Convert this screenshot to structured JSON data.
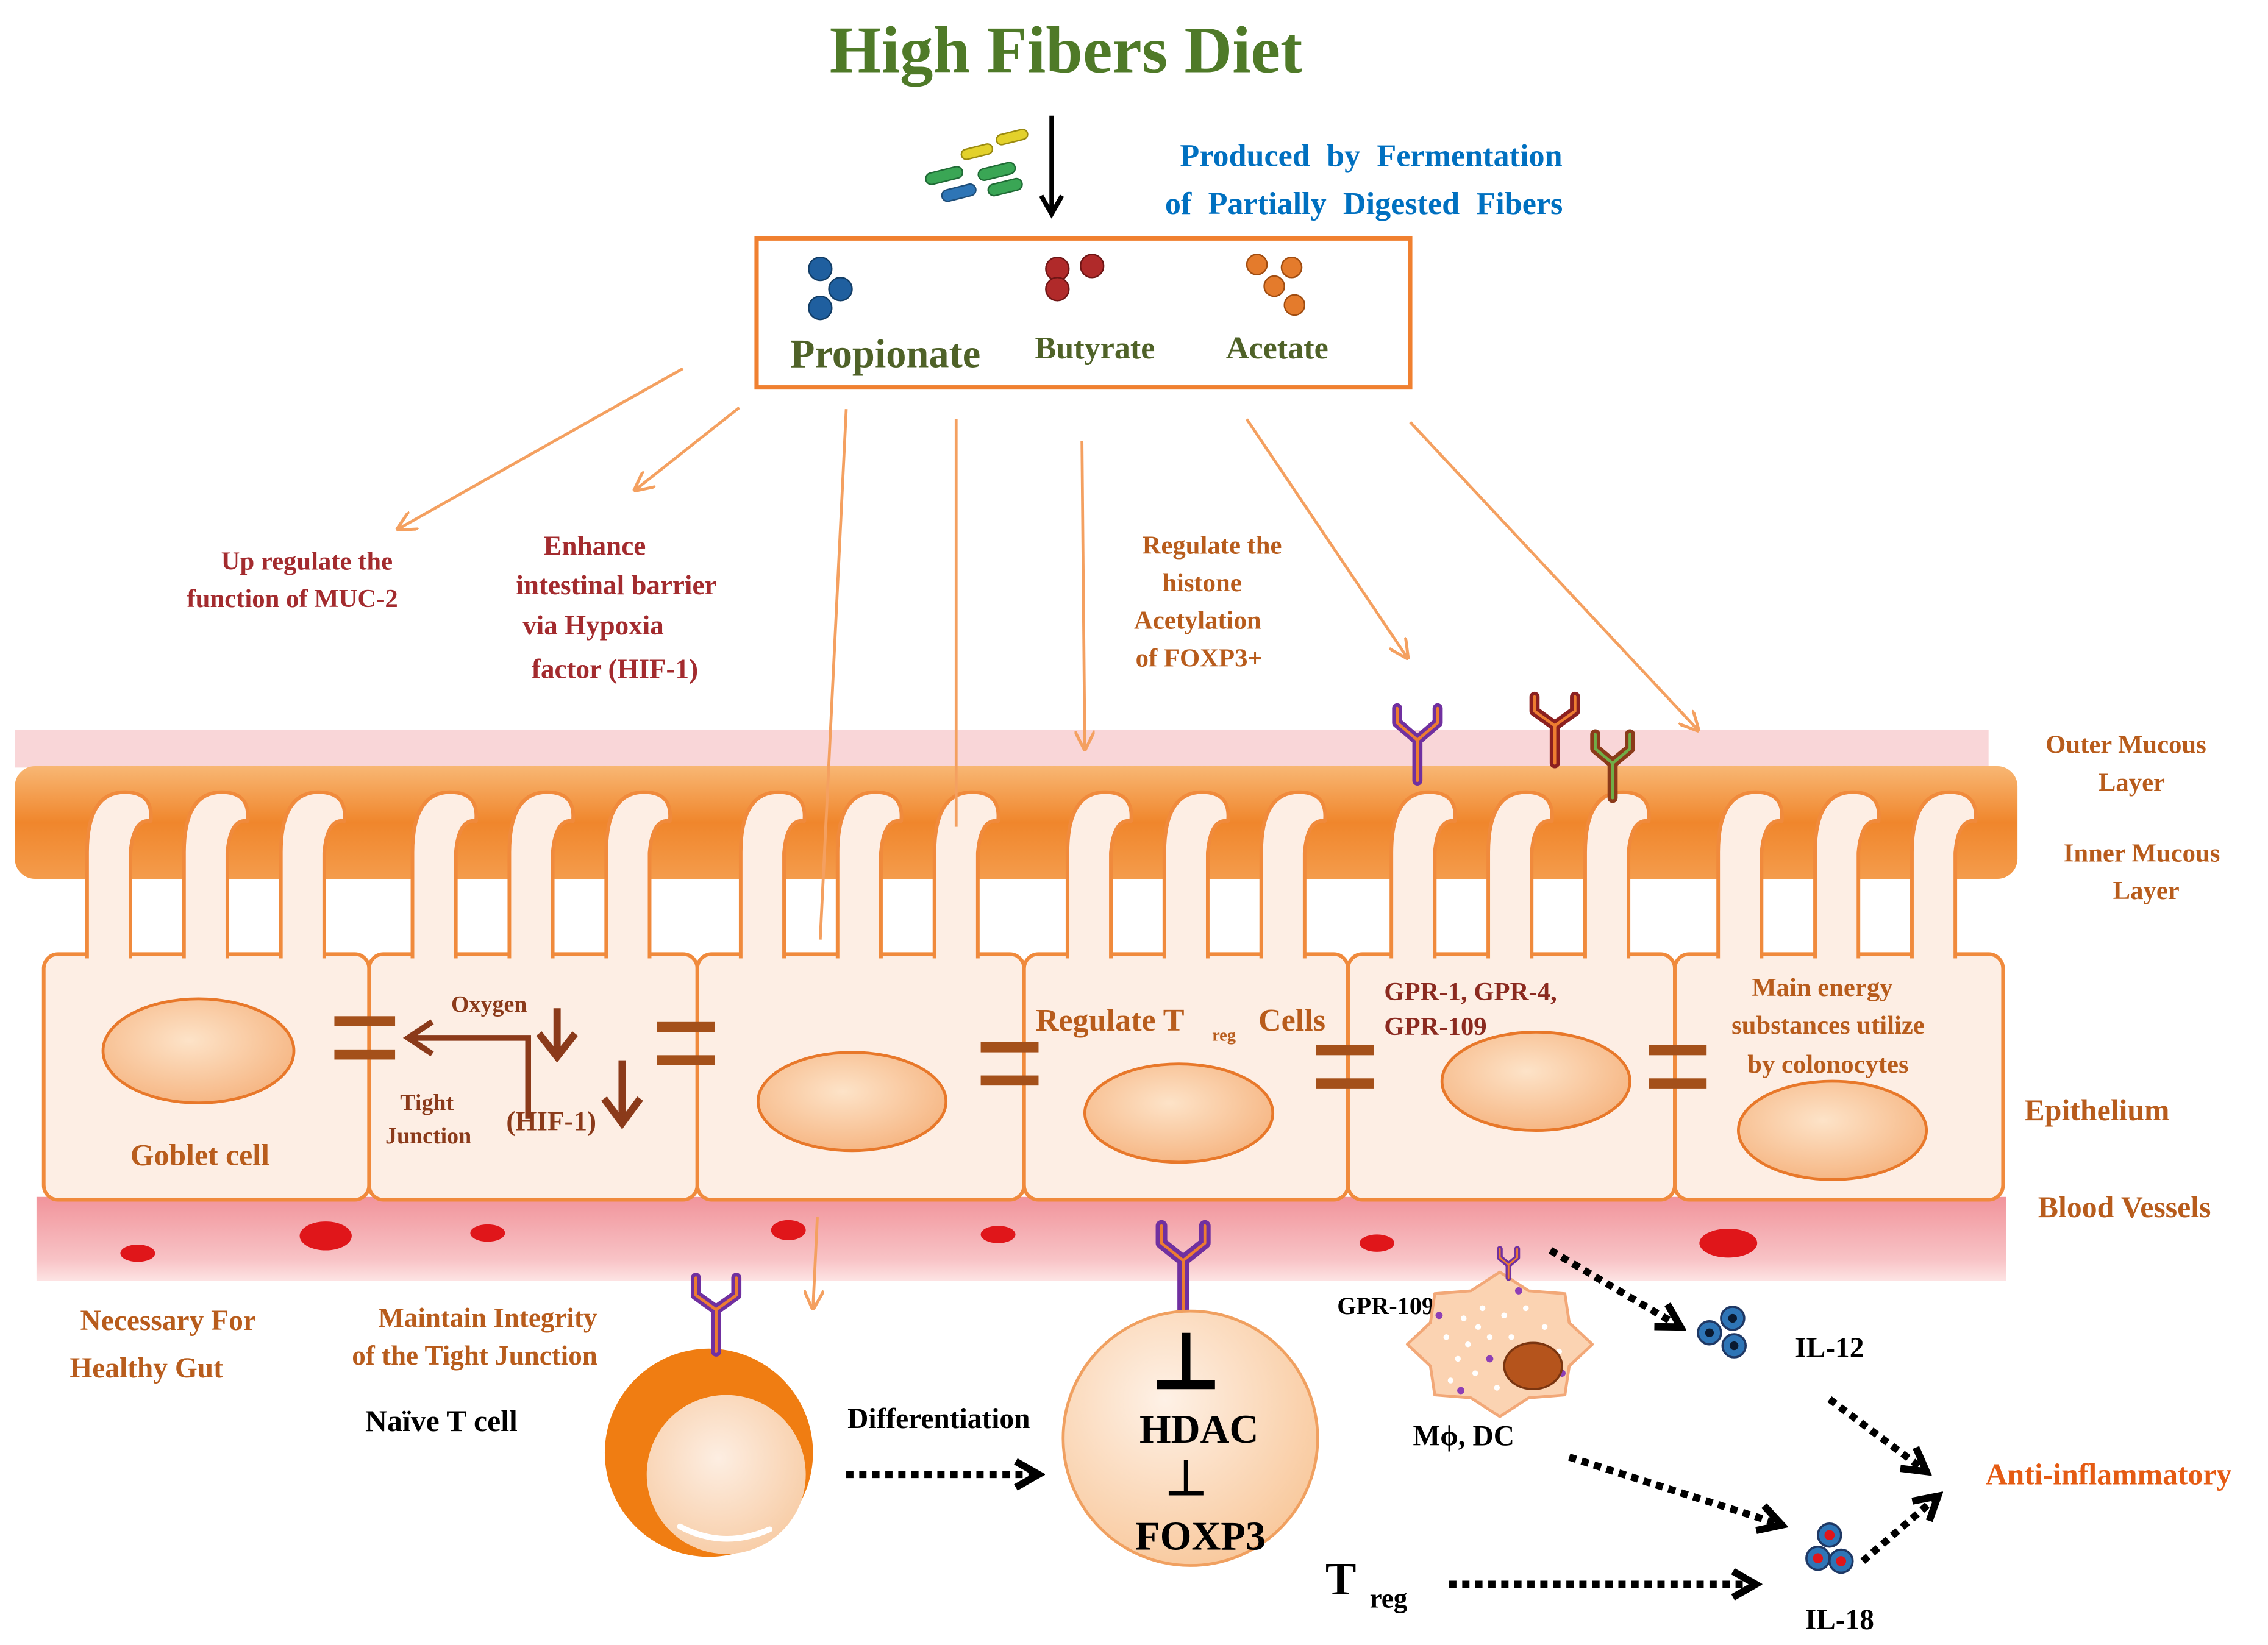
{
  "title": "High Fibers Diet",
  "fermentation": {
    "line1": "Produced by Fermentation",
    "line2": "of Partially Digested Fibers"
  },
  "scfa": {
    "propionate": "Propionate",
    "butyrate": "Butyrate",
    "acetate": "Acetate"
  },
  "effects": {
    "muc2": [
      "Up regulate the",
      "function of MUC-2"
    ],
    "hif": [
      "Enhance",
      "intestinal barrier",
      "via Hypoxia",
      "factor (HIF-1)"
    ],
    "histone": [
      "Regulate the",
      "histone",
      "Acetylation",
      "of FOXP3+"
    ]
  },
  "layers": {
    "outer": [
      "Outer Mucous",
      "Layer"
    ],
    "inner": [
      "Inner Mucous",
      "Layer"
    ],
    "epithelium": "Epithelium",
    "blood": "Blood Vessels"
  },
  "cells": {
    "goblet": "Goblet cell",
    "oxygen": "Oxygen",
    "tight_junction": [
      "Tight",
      "Junction"
    ],
    "hif1": "(HIF-1)",
    "treg_regulate": {
      "pre": "Regulate T",
      "sub": "reg",
      "post": "Cells"
    },
    "gpr": [
      "GPR-1, GPR-4,",
      "GPR-109"
    ],
    "energy": [
      "Main energy",
      "substances utilize",
      "by colonocytes"
    ]
  },
  "bottom": {
    "healthy_gut": [
      "Necessary For",
      "Healthy Gut"
    ],
    "tight_integrity": [
      "Maintain Integrity",
      "of the Tight Junction"
    ],
    "naive_t": "Naïve T cell",
    "differentiation": "Differentiation",
    "hdac": "HDAC",
    "foxp3": "FOXP3",
    "gpr109": "GPR-109",
    "macrophage": "Mϕ, DC",
    "il12": "IL-12",
    "il18": "IL-18",
    "anti_inflammatory": "Anti-inflammatory",
    "treg": {
      "main": "T",
      "sub": "reg"
    }
  },
  "colors": {
    "title": "#4f7a28",
    "fermentation": "#0070c0",
    "scfa_label": "#4f6228",
    "effect_red": "#a32b2e",
    "brown": "#b85c1c",
    "anti_inflammatory": "#e55b13"
  }
}
